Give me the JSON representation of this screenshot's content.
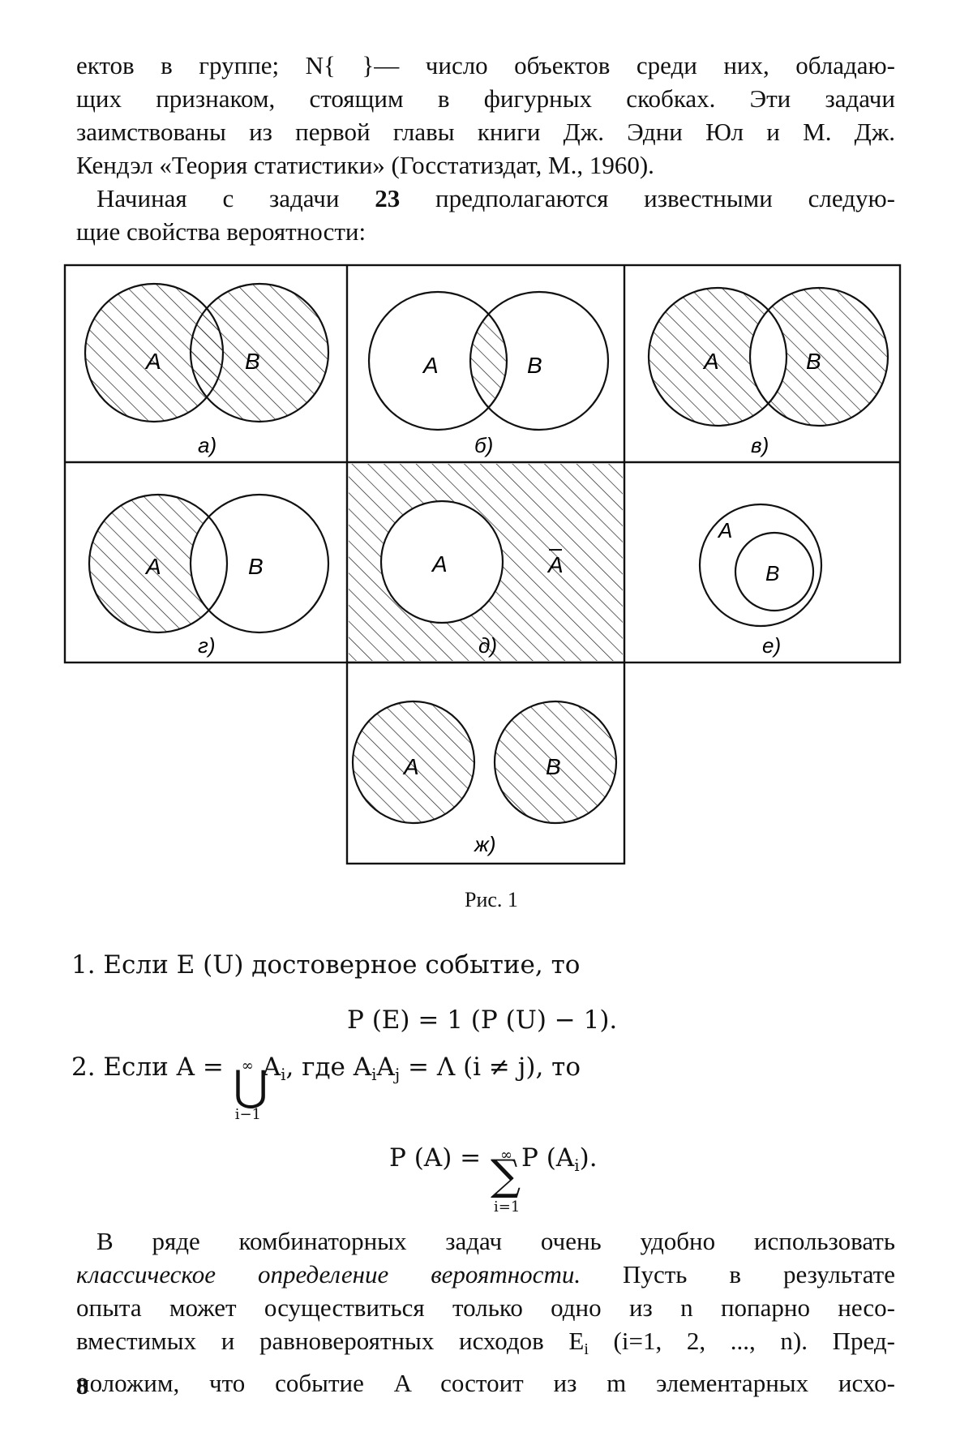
{
  "intro": {
    "lines": [
      "ектов в группе; N{ }— число объектов среди них, обладаю-",
      "щих признаком, стоящим в фигурных скобках. Эти задачи",
      "заимствованы из первой главы книги Дж. Эдни Юл и М. Дж.",
      "Кендэл «Теория статистики» (Госстатиздат, М., 1960)."
    ]
  },
  "para2": {
    "line1_before": "Начиная с задачи ",
    "line1_bold": "23",
    "line1_after": " предполагаются известными следую-",
    "line2": "щие свойства вероятности:"
  },
  "figure": {
    "panels": [
      {
        "label": "а)",
        "a": "A",
        "b": "B"
      },
      {
        "label": "б)",
        "a": "A",
        "b": "B"
      },
      {
        "label": "в)",
        "a": "A",
        "b": "B"
      },
      {
        "label": "г)",
        "a": "A",
        "b": "B"
      },
      {
        "label": "д)",
        "a": "A",
        "abar": "A"
      },
      {
        "label": "е)",
        "a": "A",
        "b": "B"
      },
      {
        "label": "ж)",
        "a": "A",
        "b": "B"
      }
    ],
    "caption": "Рис. 1"
  },
  "properties": {
    "p1": {
      "line": "1. Если E (U) достоверное событие, то",
      "formula": "P (E) = 1 (P (U) − 1)."
    },
    "p2": {
      "prefix": "2. Если ",
      "union": "A = ",
      "union_sym": "⋃",
      "union_top": "∞",
      "union_bottom": "i−1",
      "union_term": "A",
      "union_term_sub": "i",
      "cond": ", где A",
      "cond_sub1": "i",
      "cond_mid": "A",
      "cond_sub2": "j",
      "cond_rest": " = Λ (i ≠ j), то",
      "formula_left": "P (A) = ",
      "sum_sym": "∑",
      "sum_top": "∞",
      "sum_bottom": "i=1",
      "sum_term": "P (A",
      "sum_term_sub": "i",
      "sum_term_end": ")."
    }
  },
  "para3": {
    "l1": "В ряде комбинаторных задач очень удобно использовать",
    "l2_italic": "классическое определение вероятности.",
    "l2_rest": " Пусть в результате",
    "l3": "опыта может осуществиться только одно из n попарно несо-",
    "l4": "вместимых и равновероятных исходов E",
    "l4_sub": "i",
    "l4_rest": " (i=1, 2, ..., n). Пред-",
    "l5": "положим, что событие A состоит из m элементарных исхо-"
  },
  "page_number": "8"
}
